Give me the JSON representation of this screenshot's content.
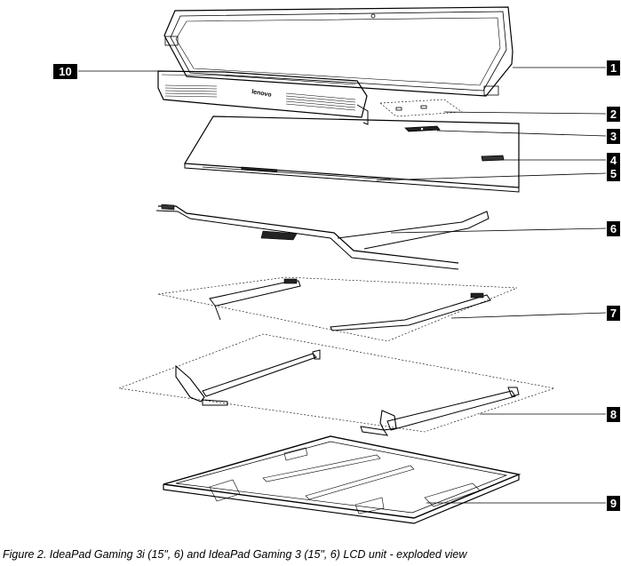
{
  "callouts": {
    "c1": "1",
    "c2": "2",
    "c3": "3",
    "c4": "4",
    "c5": "5",
    "c6": "6",
    "c7": "7",
    "c8": "8",
    "c9": "9",
    "c10": "10"
  },
  "bezel_logo_text": "lenovo",
  "caption": "Figure 2. IdeaPad Gaming 3i (15\", 6) and IdeaPad Gaming 3 (15\", 6) LCD unit - exploded view",
  "colors": {
    "line": "#000000",
    "callout_bg": "#000000",
    "callout_text": "#ffffff"
  }
}
